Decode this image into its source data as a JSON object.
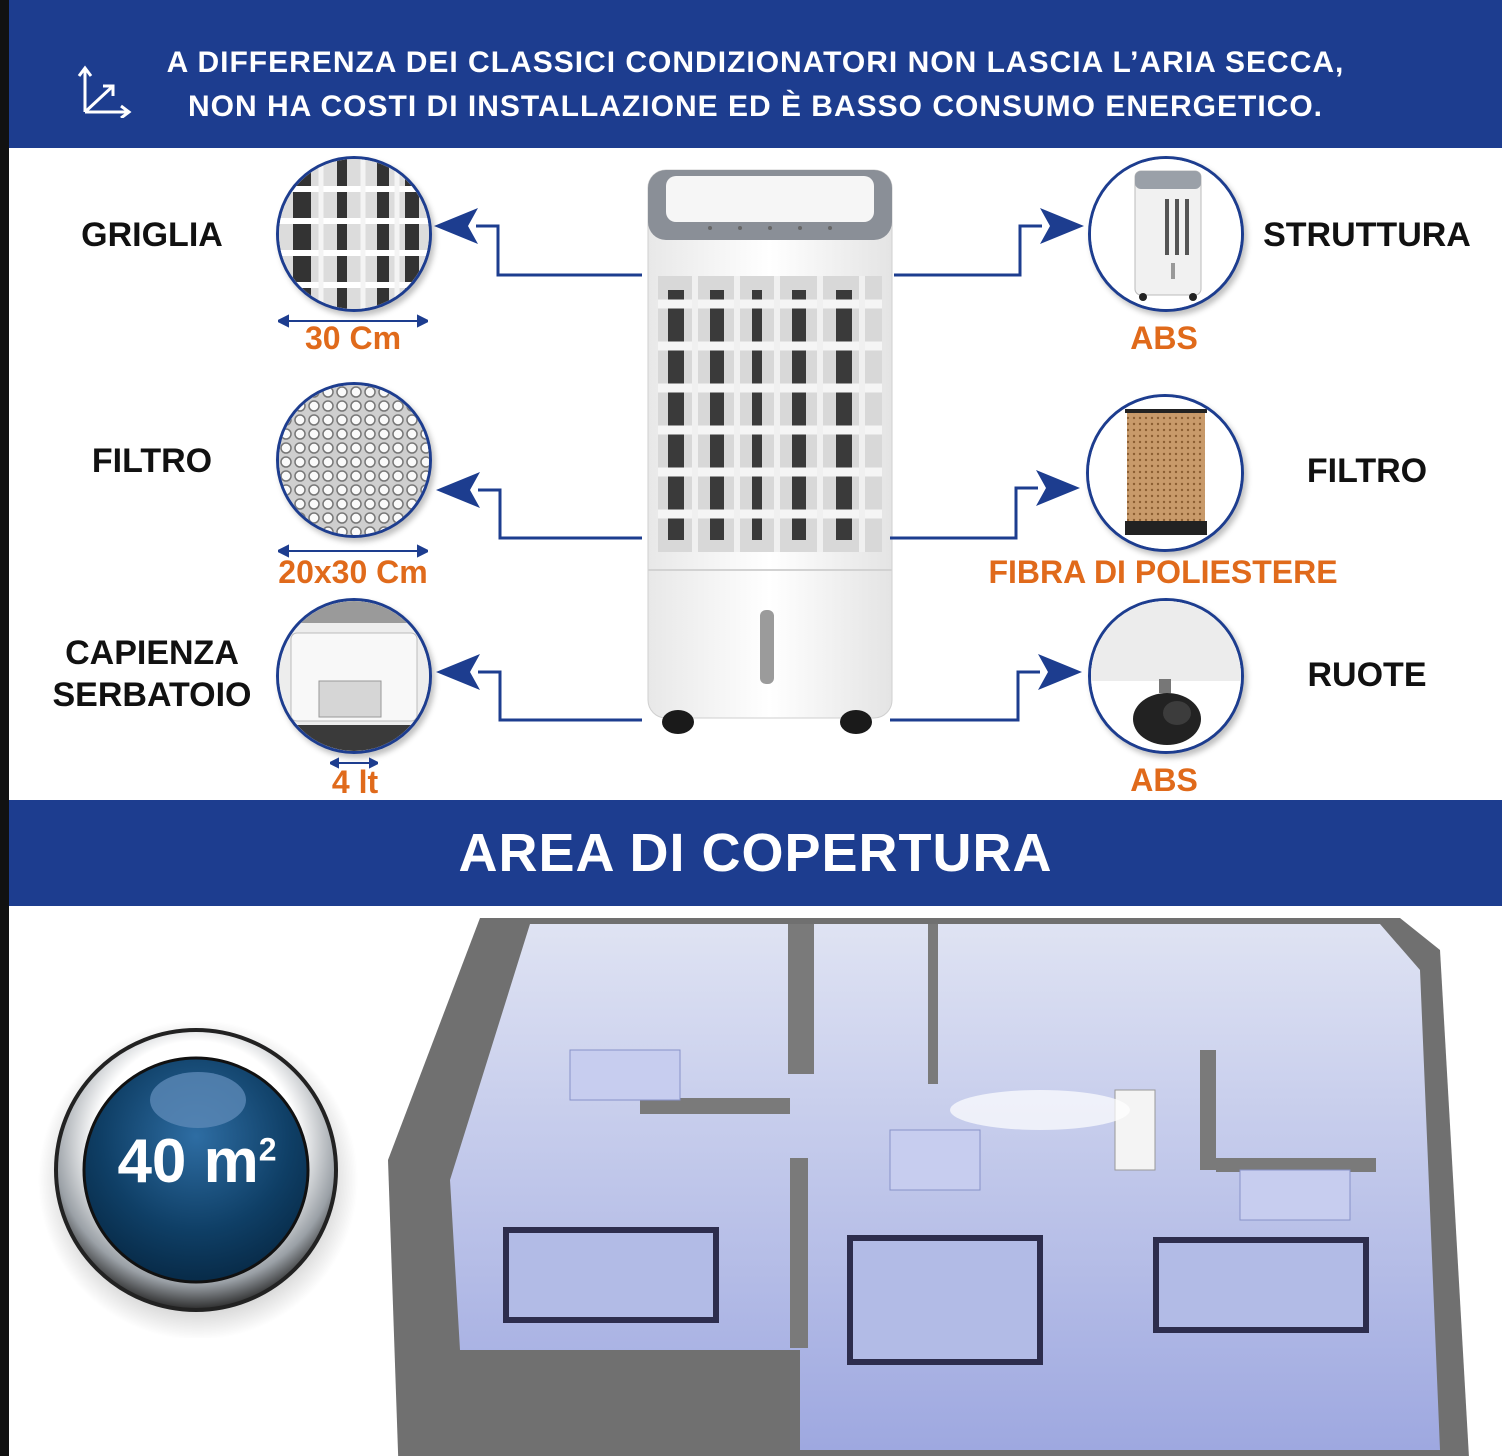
{
  "banner": {
    "line1": "A DIFFERENZA DEI CLASSICI CONDIZIONATORI NON LASCIA L’ARIA SECCA,",
    "line2": "NON HA COSTI DI INSTALLAZIONE ED È BASSO CONSUMO ENERGETICO."
  },
  "left_features": [
    {
      "label": "GRIGLIA",
      "spec": "30 Cm"
    },
    {
      "label": "FILTRO",
      "spec": "20x30 Cm"
    },
    {
      "label_line1": "CAPIENZA",
      "label_line2": "SERBATOIO",
      "spec": "4 lt"
    }
  ],
  "right_features": [
    {
      "label": "STRUTTURA",
      "spec": "ABS"
    },
    {
      "label": "FILTRO",
      "spec": "FIBRA DI POLIESTERE"
    },
    {
      "label": "RUOTE",
      "spec": "ABS"
    }
  ],
  "coverage": {
    "title": "AREA DI COPERTURA",
    "value": "40 m",
    "unit_sup": "2"
  },
  "colors": {
    "brand_blue": "#1d3d8f",
    "accent_orange": "#e06a1b"
  },
  "icons": [
    "dimension-axes-icon",
    "arrow-left-icon",
    "arrow-right-icon"
  ]
}
